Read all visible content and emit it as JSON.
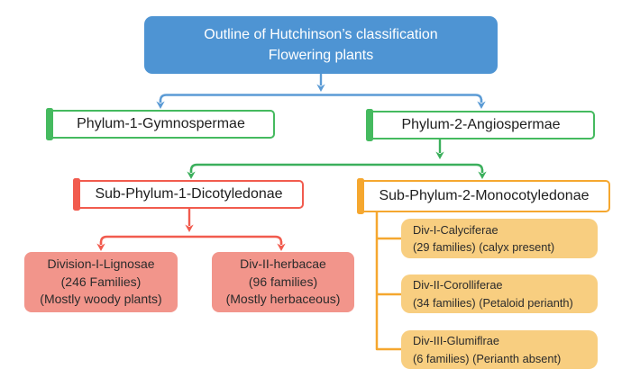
{
  "palette": {
    "title_fill": "#4E94D3",
    "blue_line": "#5B9BD5",
    "green_border": "#45BA5F",
    "green_line": "#3BAF5C",
    "red_line": "#F15B4E",
    "red_fill": "#F2958B",
    "orange_line": "#F5A72F",
    "yellow_fill": "#F8CE80",
    "text_dark": "#2B2B2B",
    "text_white": "#FFFFFF"
  },
  "flowchart": {
    "title": {
      "line1": "Outline of Hutchinson’s classification",
      "line2": "Flowering plants"
    },
    "phylum1": {
      "label": "Phylum-1-Gymnospermae"
    },
    "phylum2": {
      "label": "Phylum-2-Angiospermae"
    },
    "subphylum1": {
      "label": "Sub-Phylum-1-Dicotyledonae"
    },
    "subphylum2": {
      "label": "Sub-Phylum-2-Monocotyledonae"
    },
    "dicot_divisions": [
      {
        "name": "Division-I-Lignosae",
        "families": "(246 Families)",
        "note": "(Mostly woody plants)"
      },
      {
        "name": "Div-II-herbacae",
        "families": "(96 families)",
        "note": "(Mostly herbaceous)"
      }
    ],
    "monocot_divisions": [
      {
        "name": "Div-I-Calyciferae",
        "detail": "(29 families) (calyx present)"
      },
      {
        "name": "Div-II-Corolliferae",
        "detail": "(34 families) (Petaloid perianth)"
      },
      {
        "name": "Div-III-Glumiflrae",
        "detail": "(6 families) (Perianth absent)"
      }
    ]
  }
}
